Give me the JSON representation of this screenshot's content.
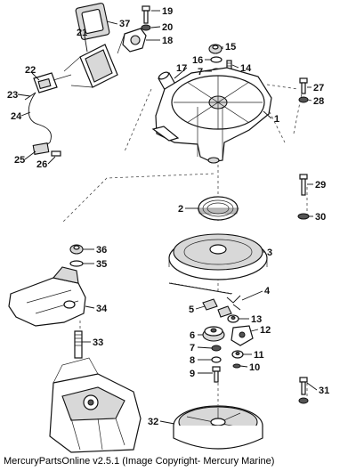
{
  "callouts": {
    "c1": "1",
    "c2": "2",
    "c3": "3",
    "c4": "4",
    "c5": "5",
    "c6": "6",
    "c7a": "7",
    "c7b": "7",
    "c8": "8",
    "c9": "9",
    "c10": "10",
    "c11": "11",
    "c12": "12",
    "c13": "13",
    "c14": "14",
    "c15": "15",
    "c16": "16",
    "c17": "17",
    "c18": "18",
    "c19": "19",
    "c20": "20",
    "c21": "21",
    "c22": "22",
    "c23": "23",
    "c24": "24",
    "c25": "25",
    "c26": "26",
    "c27": "27",
    "c28": "28",
    "c29": "29",
    "c30": "30",
    "c31": "31",
    "c32": "32",
    "c33": "33",
    "c34": "34",
    "c35": "35",
    "c36": "36",
    "c37": "37"
  },
  "footer": {
    "caption": "MercuryPartsOnline v2.5.1 (Image Copyright- Mercury Marine)"
  }
}
